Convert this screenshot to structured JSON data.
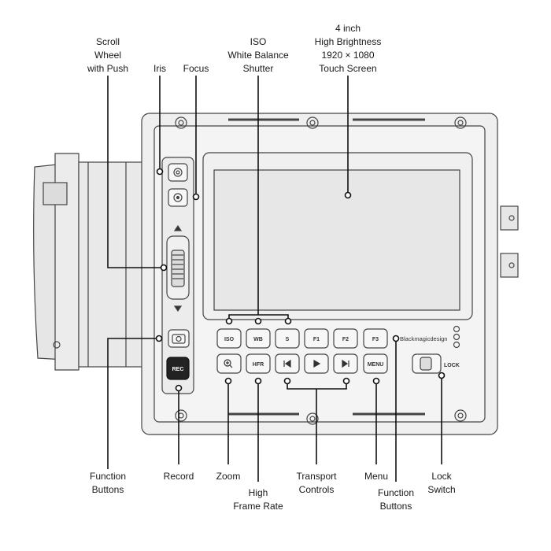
{
  "callouts": {
    "scroll_wheel": [
      "Scroll",
      "Wheel",
      "with Push"
    ],
    "iris": [
      "Iris"
    ],
    "focus": [
      "Focus"
    ],
    "iso_wb_shutter": [
      "ISO",
      "White Balance",
      "Shutter"
    ],
    "touch_screen": [
      "4 inch",
      "High Brightness",
      "1920 × 1080",
      "Touch Screen"
    ],
    "function_buttons_left": [
      "Function",
      "Buttons"
    ],
    "record": [
      "Record"
    ],
    "zoom": [
      "Zoom"
    ],
    "high_frame_rate": [
      "High",
      "Frame Rate"
    ],
    "transport_controls": [
      "Transport",
      "Controls"
    ],
    "menu": [
      "Menu"
    ],
    "function_buttons_right": [
      "Function",
      "Buttons"
    ],
    "lock_switch": [
      "Lock",
      "Switch"
    ]
  },
  "buttons": {
    "iso": "ISO",
    "wb": "WB",
    "shutter": "S",
    "f1": "F1",
    "f2": "F2",
    "f3": "F3",
    "hfr": "HFR",
    "menu": "MENU",
    "rec": "REC",
    "lock": "LOCK"
  },
  "brand": "Blackmagicdesign",
  "icons": [
    "iris-icon",
    "focus-icon",
    "scroll-wheel",
    "camera-icon",
    "zoom-icon",
    "skip-back-icon",
    "play-icon",
    "skip-forward-icon"
  ]
}
